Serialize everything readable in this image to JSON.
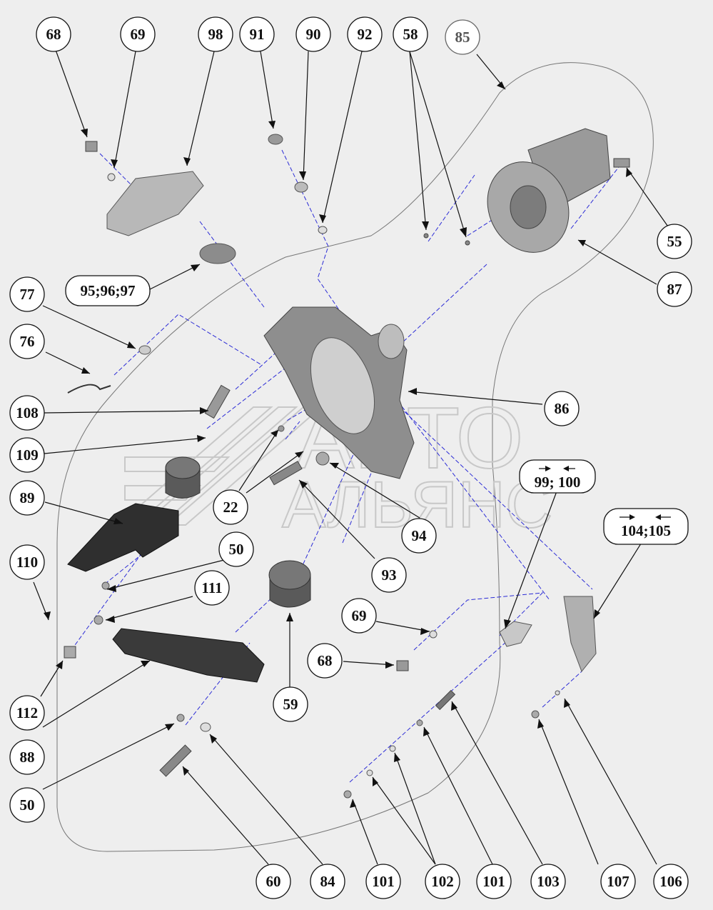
{
  "callouts": [
    {
      "id": "c68a",
      "label": "68"
    },
    {
      "id": "c69a",
      "label": "69"
    },
    {
      "id": "c98",
      "label": "98"
    },
    {
      "id": "c91",
      "label": "91"
    },
    {
      "id": "c90",
      "label": "90"
    },
    {
      "id": "c92",
      "label": "92"
    },
    {
      "id": "c58",
      "label": "58"
    },
    {
      "id": "c85",
      "label": "85"
    },
    {
      "id": "c55",
      "label": "55"
    },
    {
      "id": "c87",
      "label": "87"
    },
    {
      "id": "c77",
      "label": "77"
    },
    {
      "id": "c76",
      "label": "76"
    },
    {
      "id": "c108",
      "label": "108"
    },
    {
      "id": "c109",
      "label": "109"
    },
    {
      "id": "c86",
      "label": "86"
    },
    {
      "id": "c89",
      "label": "89"
    },
    {
      "id": "c22",
      "label": "22"
    },
    {
      "id": "c94",
      "label": "94"
    },
    {
      "id": "c110",
      "label": "110"
    },
    {
      "id": "c50a",
      "label": "50"
    },
    {
      "id": "c111",
      "label": "111"
    },
    {
      "id": "c93",
      "label": "93"
    },
    {
      "id": "c69b",
      "label": "69"
    },
    {
      "id": "c68b",
      "label": "68"
    },
    {
      "id": "c59",
      "label": "59"
    },
    {
      "id": "c112",
      "label": "112"
    },
    {
      "id": "c88",
      "label": "88"
    },
    {
      "id": "c50b",
      "label": "50"
    },
    {
      "id": "c60",
      "label": "60"
    },
    {
      "id": "c84",
      "label": "84"
    },
    {
      "id": "c101a",
      "label": "101"
    },
    {
      "id": "c102",
      "label": "102"
    },
    {
      "id": "c101b",
      "label": "101"
    },
    {
      "id": "c103",
      "label": "103"
    },
    {
      "id": "c107",
      "label": "107"
    },
    {
      "id": "c106",
      "label": "106"
    }
  ],
  "box_labels": {
    "b959697": "95;96;97",
    "b99100": "99; 100",
    "b104105": "104;105"
  },
  "watermark": {
    "line1": "АВТО",
    "line2": "АЛЬЯНС"
  }
}
